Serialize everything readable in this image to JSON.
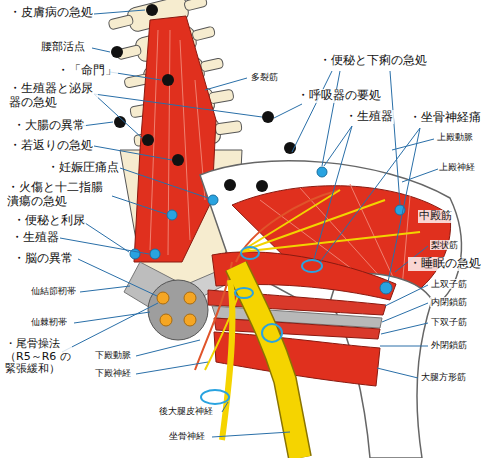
{
  "diagram": {
    "labels": [
      "・皮膚病の急処",
      "腰部活点",
      "・「命門」",
      "・生殖器と泌尿器の急処",
      "・大腸の異常",
      "・若返りの急処",
      "・妊娠圧痛点",
      "・火傷と十二指腸潰瘍の急処",
      "・便秘と利尿",
      "・生殖器",
      "・脳の異常",
      "仙結節靭帯",
      "仙棘靭帯",
      "・尾骨操法 （R5～R6 の緊張緩和）",
      "下殿動脈",
      "下殿神経",
      "後大腿皮神経",
      "坐骨神経",
      "多裂筋",
      "・便秘と下痢の急処",
      "・呼吸器の要処",
      "・生殖器",
      "・坐骨神経痛",
      "上殿動脈",
      "上殿神経",
      "中殿筋",
      "梨状筋",
      "・睡眠の急処",
      "上双子筋",
      "内閉鎖筋",
      "下双子筋",
      "外閉鎖筋",
      "大腿方形筋"
    ]
  }
}
